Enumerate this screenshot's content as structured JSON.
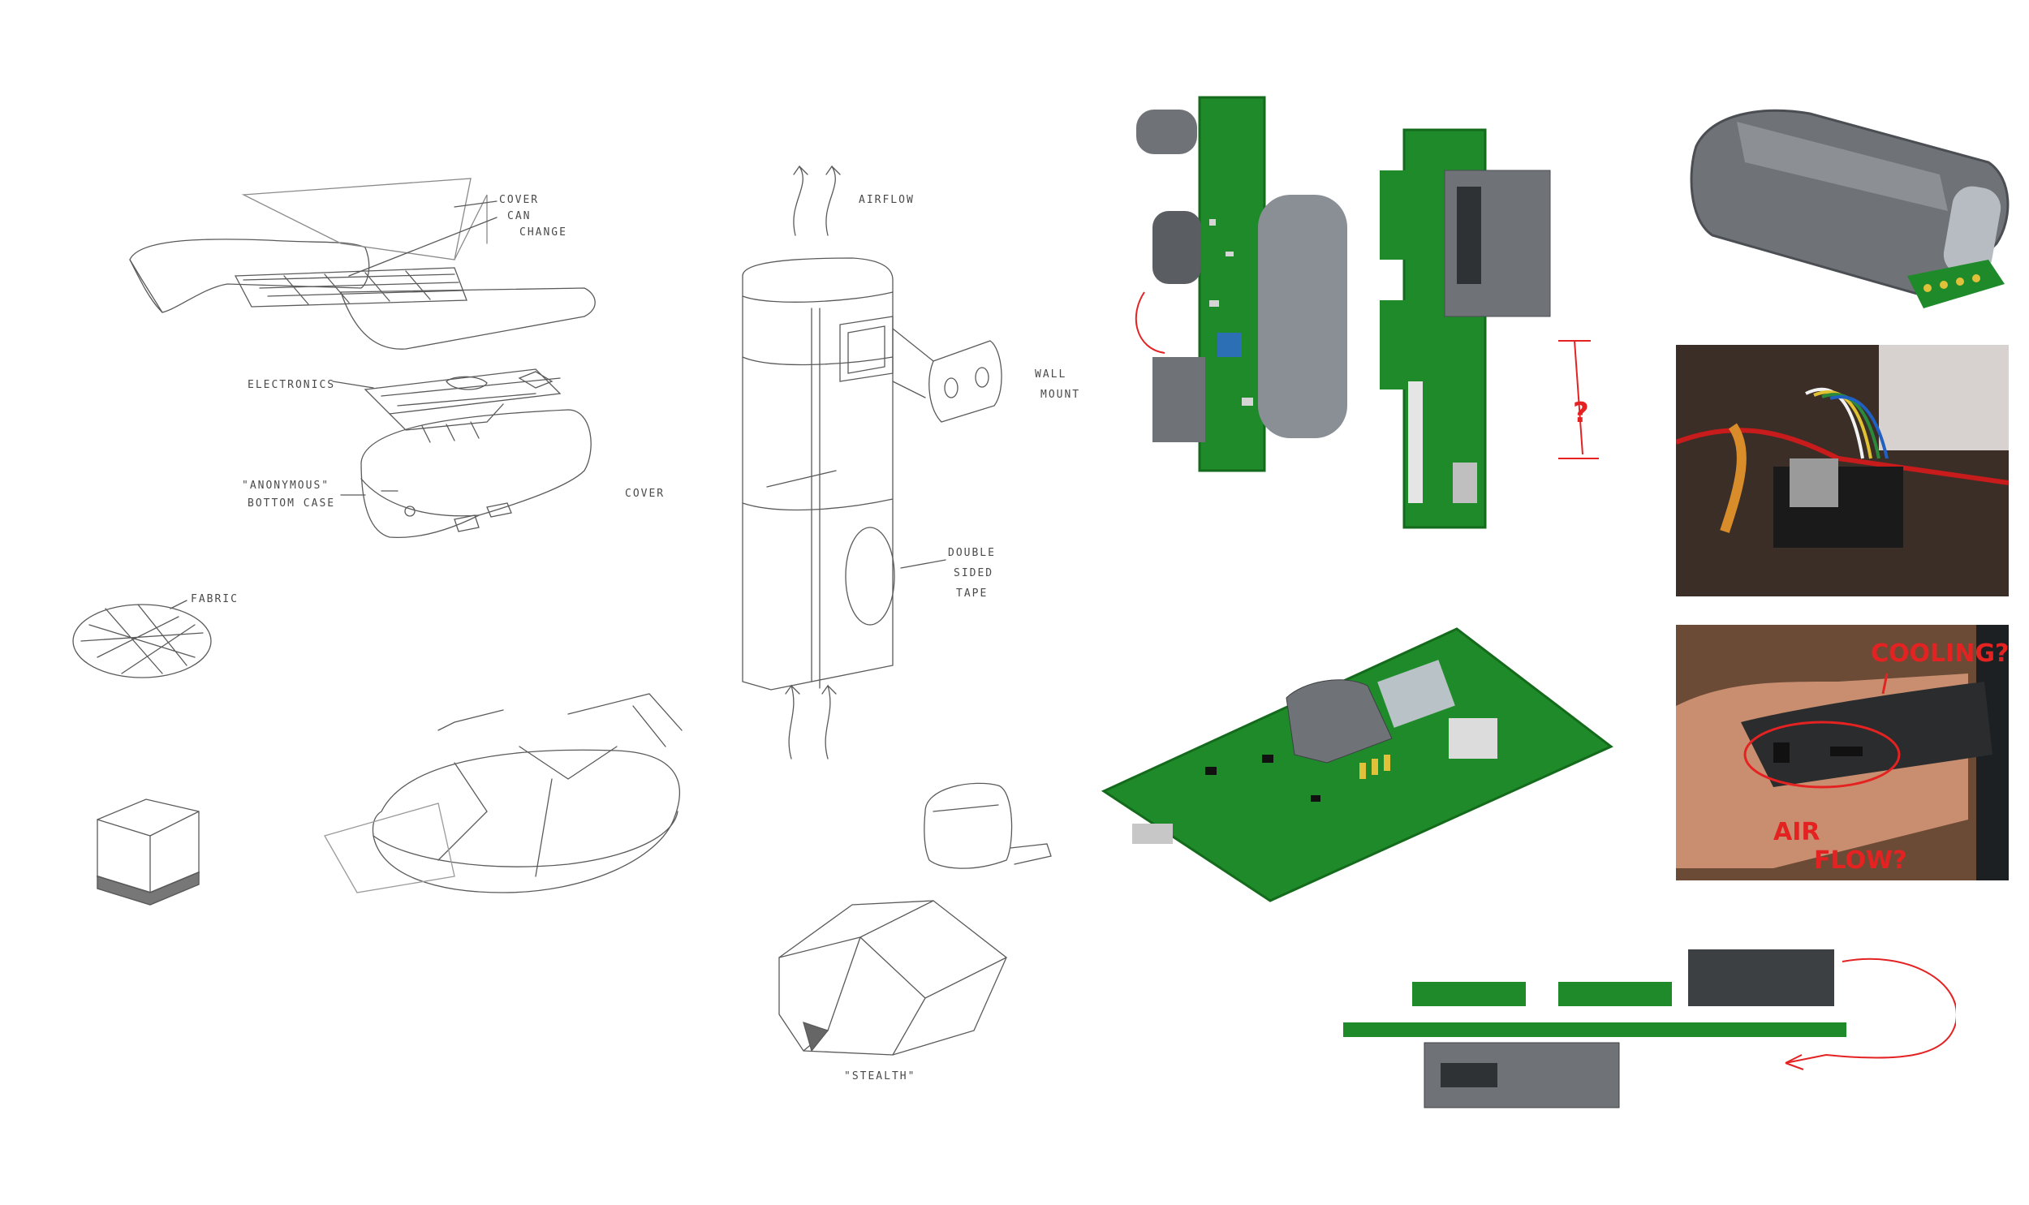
{
  "sketches": {
    "cover_can_change": [
      "COVER",
      "CAN",
      "CHANGE"
    ],
    "electronics": "ELECTRONICS",
    "anonymous_case": [
      "\"ANONYMOUS\"",
      "BOTTOM CASE"
    ],
    "fabric": "FABRIC",
    "airflow": "AIRFLOW",
    "cover": "COVER",
    "wall_mount": [
      "WALL",
      "MOUNT"
    ],
    "double_sided_tape": [
      "DOUBLE",
      "SIDED",
      "TAPE"
    ],
    "stealth": "\"STEALTH\""
  },
  "annotations": {
    "question": "?",
    "cooling": "COOLING?",
    "airflow_question": [
      "AIR",
      "FLOW?"
    ]
  },
  "icons": {
    "sketch_area": "pencil-sketches",
    "cad_renders": "pcb-render",
    "photos": "prototype-photos"
  },
  "colors": {
    "pcb_green": "#1f8a2a",
    "pcb_dark": "#146b1c",
    "housing_grey": "#6f7377",
    "annotation_red": "#e52222"
  }
}
